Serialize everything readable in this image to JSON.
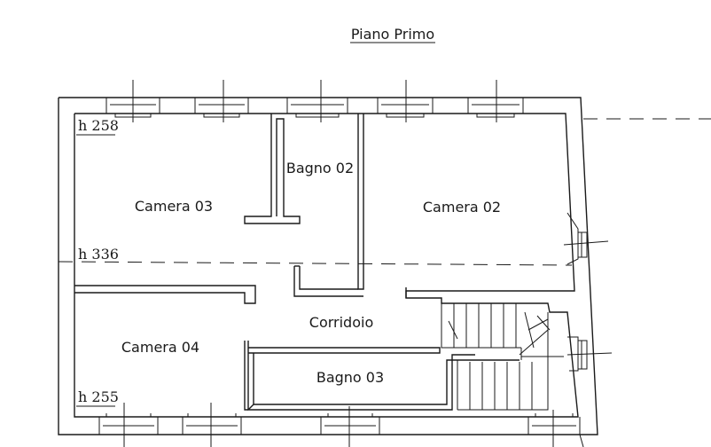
{
  "title": "Piano Primo",
  "rooms": {
    "camera_03": "Camera 03",
    "bagno_02": "Bagno 02",
    "camera_02": "Camera 02",
    "corridoio": "Corridoio",
    "camera_04": "Camera 04",
    "bagno_03": "Bagno 03"
  },
  "heights": {
    "h258": "h 258",
    "h336": "h 336",
    "h255": "h 255"
  }
}
